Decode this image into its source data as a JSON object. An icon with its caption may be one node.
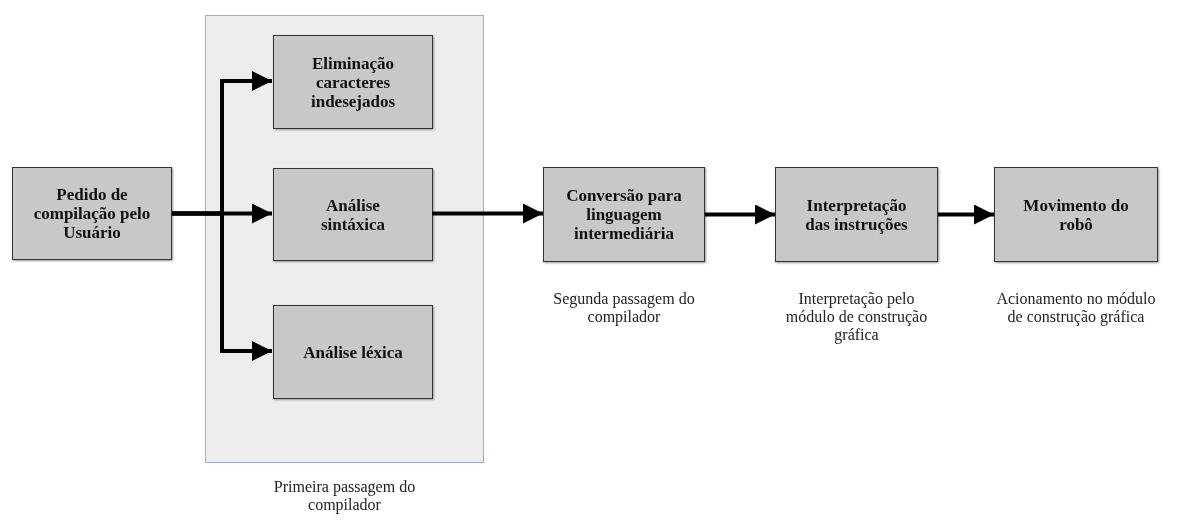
{
  "diagram": {
    "nodes": [
      {
        "text": [
          "Pedido de compilação pelo Usuário"
        ]
      },
      {
        "text": [],
        "shape": "box",
        "beside": [
          "Primeira passagem do compilador"
        ]
      },
      {
        "text": [
          "Eliminação caracteres indesejados"
        ],
        "in": 1
      },
      {
        "text": [
          "Análise sintáxica"
        ],
        "in": 1
      },
      {
        "text": [
          "Análise léxica"
        ],
        "in": 1
      },
      {
        "text": [
          "Conversão para linguagem intermediária"
        ],
        "beside": [
          "Segunda passagem do compilador"
        ]
      },
      {
        "text": [
          "Interpretação das instruções"
        ],
        "beside": [
          "Interpretação pelo módulo de construção gráfica"
        ]
      },
      {
        "text": [
          "Movimento do robô"
        ],
        "beside": [
          "Acionamento no módulo de construção gráfica"
        ]
      }
    ],
    "edges": [
      {
        "from": 0,
        "to": 2,
        "arrow": "to"
      },
      {
        "from": 0,
        "to": 3,
        "arrow": "to"
      },
      {
        "from": 0,
        "to": 4,
        "arrow": "to"
      },
      {
        "from": 3,
        "to": 5,
        "arrow": "to"
      },
      {
        "from": 5,
        "to": 6,
        "arrow": "to"
      },
      {
        "from": 6,
        "to": 7,
        "arrow": "to"
      }
    ]
  }
}
